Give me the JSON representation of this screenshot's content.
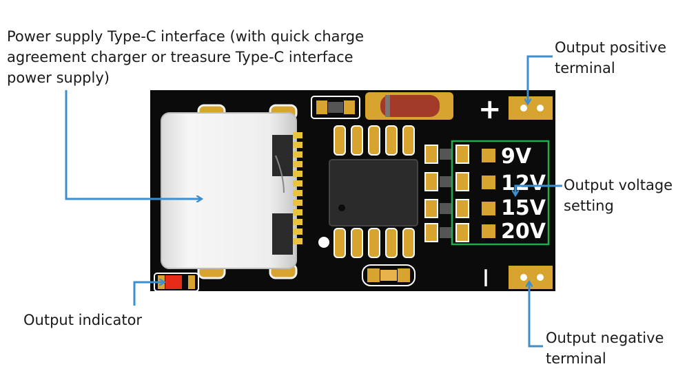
{
  "colors": {
    "board": "#0b0b0b",
    "pad_gold": "#d7a52f",
    "callout_blue": "#3b8fd0",
    "select_box": "#1fae4b",
    "led_red": "#e52a18",
    "diode_red": "#a23a2a",
    "silk_white": "#ffffff"
  },
  "labels": {
    "typec": "Power supply Type-C interface (with quick charge\nagreement charger or treasure Type-C interface\npower supply)",
    "output_positive": "Output positive\nterminal",
    "output_voltage": "Output voltage\nsetting",
    "output_indicator": "Output indicator",
    "output_negative": "Output negative\nterminal"
  },
  "silkscreen": {
    "plus": "+",
    "minus": "I",
    "voltages": [
      "9V",
      "12V",
      "15V",
      "20V"
    ]
  },
  "icons": [
    "usb-c-connector-icon",
    "ic-chip-icon",
    "diode-icon",
    "led-icon"
  ]
}
